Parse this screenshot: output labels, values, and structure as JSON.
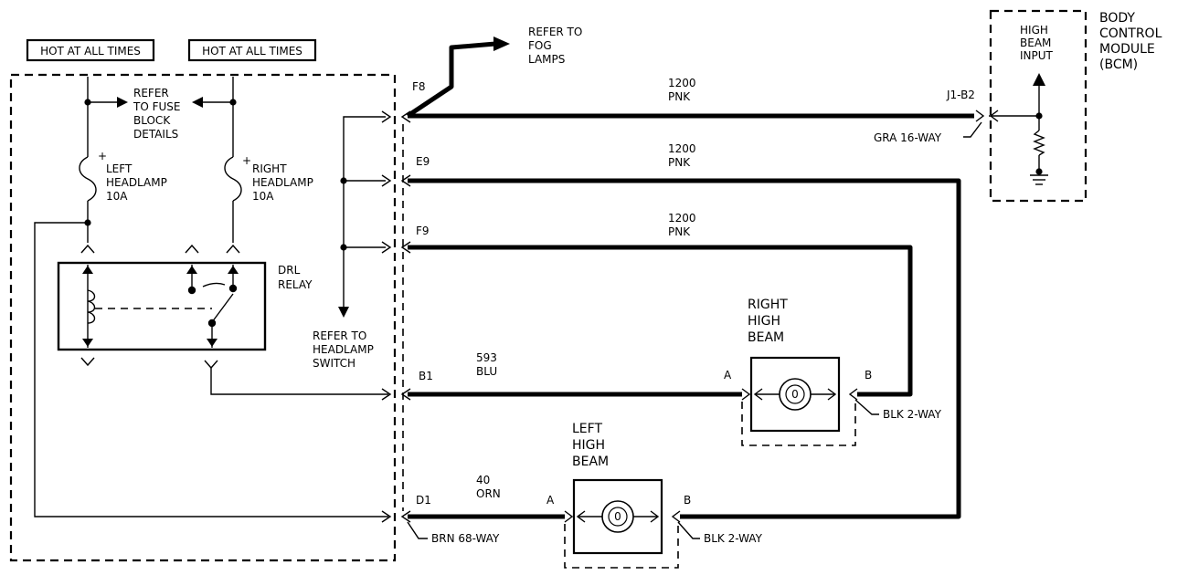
{
  "power": {
    "hot_left": "HOT AT ALL TIMES",
    "hot_right": "HOT AT ALL TIMES",
    "fuse_ref": [
      "REFER",
      "TO FUSE",
      "BLOCK",
      "DETAILS"
    ]
  },
  "fuses": {
    "left": [
      "LEFT",
      "HEADLAMP",
      "10A"
    ],
    "right": [
      "RIGHT",
      "HEADLAMP",
      "10A"
    ],
    "plus": "+"
  },
  "relay": {
    "label": [
      "DRL",
      "RELAY"
    ]
  },
  "headlamp_switch_ref": [
    "REFER TO",
    "HEADLAMP",
    "SWITCH"
  ],
  "fog_ref": [
    "REFER TO",
    "FOG",
    "LAMPS"
  ],
  "terminals": {
    "f8": "F8",
    "e9": "E9",
    "f9": "F9",
    "b1": "B1",
    "d1": "D1"
  },
  "wires": [
    {
      "circuit": "1200",
      "color": "PNK"
    },
    {
      "circuit": "1200",
      "color": "PNK"
    },
    {
      "circuit": "1200",
      "color": "PNK"
    },
    {
      "circuit": "593",
      "color": "BLU"
    },
    {
      "circuit": "40",
      "color": "ORN"
    }
  ],
  "bcm": {
    "pin": "J1-B2",
    "connector": "GRA 16-WAY",
    "input": [
      "HIGH",
      "BEAM",
      "INPUT"
    ],
    "title": [
      "BODY",
      "CONTROL",
      "MODULE",
      "(BCM)"
    ]
  },
  "right_high_beam": {
    "title": [
      "RIGHT",
      "HIGH",
      "BEAM"
    ],
    "pin_a": "A",
    "pin_b": "B",
    "connector": "BLK 2-WAY",
    "bulb_symbol": "0"
  },
  "left_high_beam": {
    "title": [
      "LEFT",
      "HIGH",
      "BEAM"
    ],
    "pin_a": "A",
    "pin_b": "B",
    "connector": "BLK 2-WAY",
    "bulb_symbol": "0"
  },
  "left_connector": "BRN 68-WAY"
}
